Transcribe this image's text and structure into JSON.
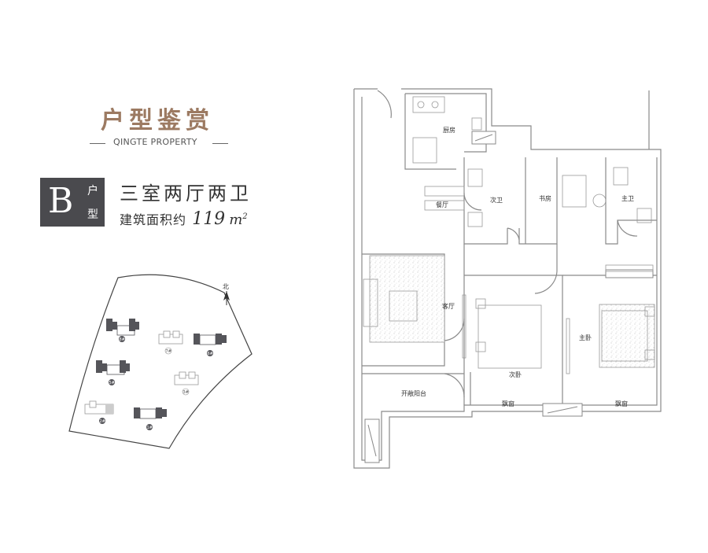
{
  "header": {
    "title": "户型鉴赏",
    "subtitle": "QINGTE PROPERTY"
  },
  "unit": {
    "letter": "B",
    "type_word_1": "户",
    "type_word_2": "型",
    "layout": "三室两厅两卫",
    "area_label": "建筑面积约",
    "area_value": "119",
    "area_unit": "m",
    "area_unit_sup": "2"
  },
  "site_plan": {
    "north_label": "北",
    "buildings": [
      "8#",
      "7#",
      "6#",
      "5#",
      "3#",
      "2#",
      "1#"
    ]
  },
  "floor_plan": {
    "rooms": {
      "kitchen": "厨房",
      "dining": "餐厅",
      "bath2": "次卫",
      "study": "书房",
      "master_bath": "主卫",
      "living": "客厅",
      "bedroom2": "次卧",
      "master_bedroom": "主卧",
      "balcony": "开敞阳台",
      "bay1": "飘窗",
      "bay2": "飘窗"
    }
  },
  "colors": {
    "title": "#9c7a62",
    "badge": "#4a4a4e",
    "building_dark": "#55555a",
    "wall": "#8a8a8a"
  }
}
